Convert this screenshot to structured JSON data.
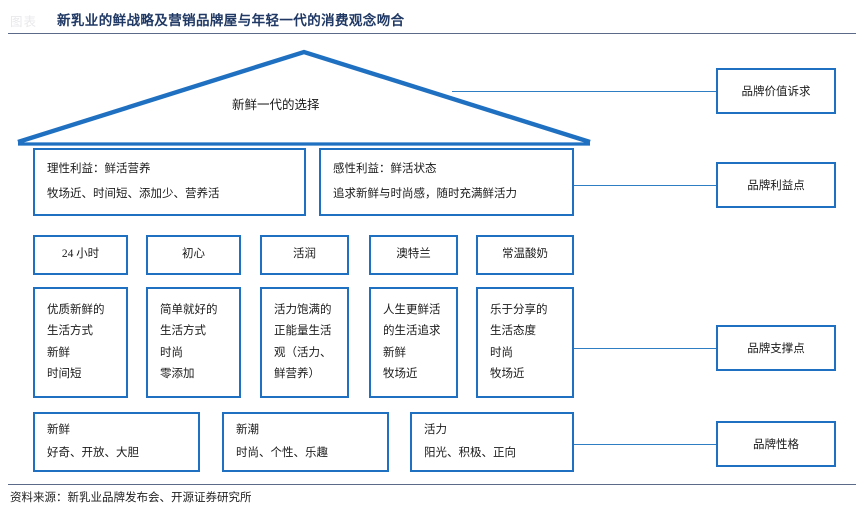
{
  "header": {
    "fig_tag": "图表",
    "title": "新乳业的鲜战略及营销品牌屋与年轻一代的消费观念吻合",
    "source": "资料来源：新乳业品牌发布会、开源证券研究所"
  },
  "colors": {
    "brand_blue": "#1f70c1",
    "connector_blue": "#2e7ec4",
    "title_navy": "#1f3864",
    "rule_gray": "#5a6a88"
  },
  "roof": {
    "label": "新鲜一代的选择"
  },
  "benefits": [
    {
      "name": "rational-benefit",
      "lines": [
        "理性利益：鲜活营养",
        "牧场近、时间短、添加少、营养活"
      ]
    },
    {
      "name": "emotional-benefit",
      "lines": [
        "感性利益：鲜活状态",
        "追求新鲜与时尚感，随时充满鲜活力"
      ]
    }
  ],
  "products": [
    {
      "name": "product-24h",
      "label": "24 小时"
    },
    {
      "name": "product-chuxin",
      "label": "初心"
    },
    {
      "name": "product-huorun",
      "label": "活润"
    },
    {
      "name": "product-aoteran",
      "label": "澳特兰"
    },
    {
      "name": "product-changwen-suannai",
      "label": "常温酸奶"
    }
  ],
  "supports": [
    {
      "name": "support-24h",
      "lines": [
        "优质新鲜的",
        "生活方式",
        "新鲜",
        "时间短"
      ]
    },
    {
      "name": "support-chuxin",
      "lines": [
        "简单就好的",
        "生活方式",
        "时尚",
        "零添加"
      ]
    },
    {
      "name": "support-huorun",
      "lines": [
        "活力饱满的",
        "正能量生活",
        "观（活力、",
        "鲜营养）"
      ]
    },
    {
      "name": "support-aoteran",
      "lines": [
        "人生更鲜活",
        "的生活追求",
        "新鲜",
        "牧场近"
      ]
    },
    {
      "name": "support-changwen",
      "lines": [
        "乐于分享的",
        "生活态度",
        "时尚",
        "牧场近"
      ]
    }
  ],
  "personality": [
    {
      "name": "personality-xinxian",
      "lines": [
        "新鲜",
        "好奇、开放、大胆"
      ]
    },
    {
      "name": "personality-xinchao",
      "lines": [
        "新潮",
        "时尚、个性、乐趣"
      ]
    },
    {
      "name": "personality-huoli",
      "lines": [
        "活力",
        "阳光、积极、正向"
      ]
    }
  ],
  "side_labels": [
    {
      "name": "side-label-brand-value",
      "label": "品牌价值诉求"
    },
    {
      "name": "side-label-brand-benefit",
      "label": "品牌利益点"
    },
    {
      "name": "side-label-brand-support",
      "label": "品牌支撑点"
    },
    {
      "name": "side-label-brand-personality",
      "label": "品牌性格"
    }
  ]
}
